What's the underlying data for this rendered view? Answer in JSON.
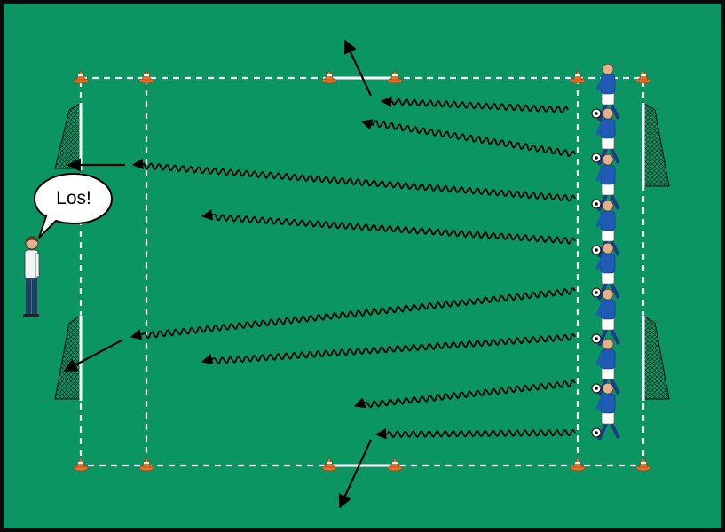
{
  "colors": {
    "background_border": "#0a0a0a",
    "pitch": "#0a9563",
    "line": "#ffffff",
    "cone": "#e8722a",
    "arrow": "#000000",
    "jersey": "#1f5bb5",
    "shorts": "#ffffff"
  },
  "coach": {
    "speech_text": "Los!",
    "icon": "coach-figure"
  },
  "field": {
    "icon_cones": "cone-icon",
    "icon_goals": "goal-icon",
    "icon_players": "player-with-ball-icon"
  },
  "drill": {
    "player_count": 8,
    "dribble_paths": 8,
    "goal_count": 4
  }
}
